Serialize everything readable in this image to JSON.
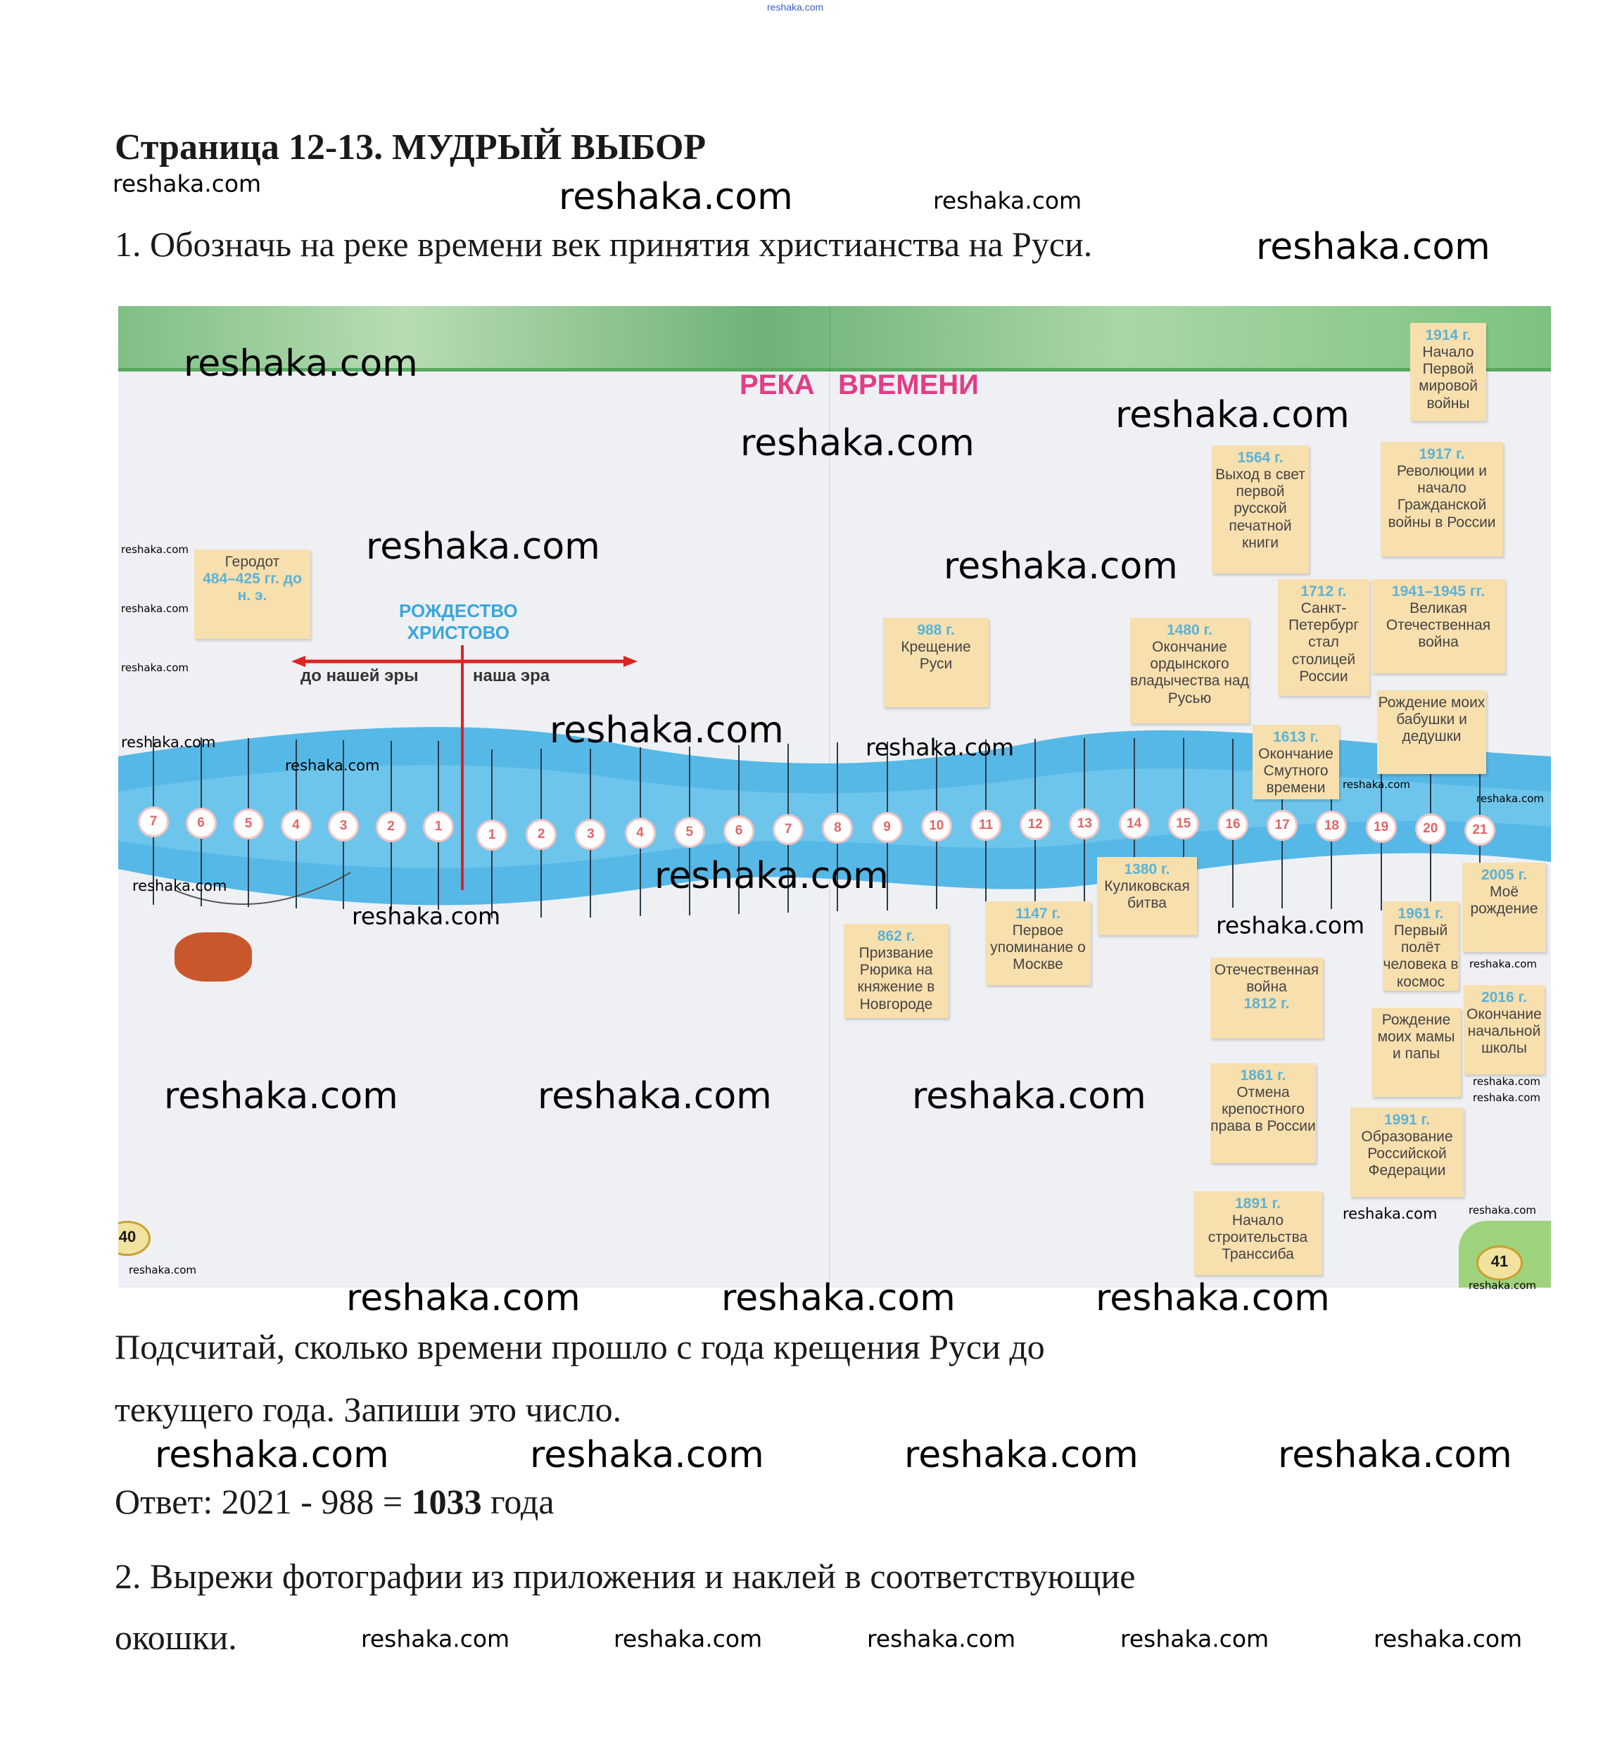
{
  "watermark": "reshaka.com",
  "title": "Страница 12-13. МУДРЫЙ ВЫБОР",
  "q1": "1. Обозначь на реке времени век принятия христианства на Руси.",
  "picture": {
    "heading_left": "РЕКА",
    "heading_right": "ВРЕМЕНИ",
    "christ": [
      "РОЖДЕСТВО",
      "ХРИСТОВО"
    ],
    "bc_label": "до нашей эры",
    "ad_label": "наша эра",
    "bc_centuries": [
      "7",
      "6",
      "5",
      "4",
      "3",
      "2",
      "1"
    ],
    "ad_centuries": [
      "1",
      "2",
      "3",
      "4",
      "5",
      "6",
      "7",
      "8",
      "9",
      "10",
      "11",
      "12",
      "13",
      "14",
      "15",
      "16",
      "17",
      "18",
      "19",
      "20",
      "21"
    ],
    "page_left": "40",
    "page_right": "41",
    "notes": [
      {
        "year": "",
        "text": "Геродот",
        "extra": "484–425 гг. до н. э."
      },
      {
        "year": "988 г.",
        "text": "Крещение Руси"
      },
      {
        "year": "1480 г.",
        "text": "Окончание ордынского владычества над Русью"
      },
      {
        "year": "1564 г.",
        "text": "Выход в свет первой русской печатной книги"
      },
      {
        "year": "1712 г.",
        "text": "Санкт-Петербург стал столицей России"
      },
      {
        "year": "1613 г.",
        "text": "Окончание Смутного времени"
      },
      {
        "year": "1914 г.",
        "text": "Начало Первой мировой войны"
      },
      {
        "year": "1917 г.",
        "text": "Революции и начало Гражданской войны в России"
      },
      {
        "year": "1941–1945 гг.",
        "text": "Великая Отечественная война"
      },
      {
        "year": "",
        "text": "Рождение моих бабушки и дедушки"
      },
      {
        "year": "1380 г.",
        "text": "Куликовская битва"
      },
      {
        "year": "1147 г.",
        "text": "Первое упоминание о Москве"
      },
      {
        "year": "862 г.",
        "text": "Призвание Рюрика на княжение в Новгороде"
      },
      {
        "year": "1812 г.",
        "text": "Отечественная война"
      },
      {
        "year": "1861 г.",
        "text": "Отмена крепостного права в России"
      },
      {
        "year": "1891 г.",
        "text": "Начало строительства Транссиба"
      },
      {
        "year": "1961 г.",
        "text": "Первый полёт человека в космос"
      },
      {
        "year": "2005 г.",
        "text": "Моё рождение"
      },
      {
        "year": "2016 г.",
        "text": "Окончание начальной школы"
      },
      {
        "year": "",
        "text": "Рождение моих мамы и папы"
      },
      {
        "year": "1991 г.",
        "text": "Образование Российской Федерации"
      }
    ]
  },
  "task_line1": "Подсчитай, сколько времени прошло с года крещения Руси до",
  "task_line2": "текущего года. Запиши это число.",
  "answer": {
    "prefix": "Ответ: 2021 - 988 = ",
    "value": "1033",
    "suffix": " года"
  },
  "q2_line1": "2. Вырежи фотографии из приложения и наклей в соответствующие",
  "q2_line2": "окошки."
}
